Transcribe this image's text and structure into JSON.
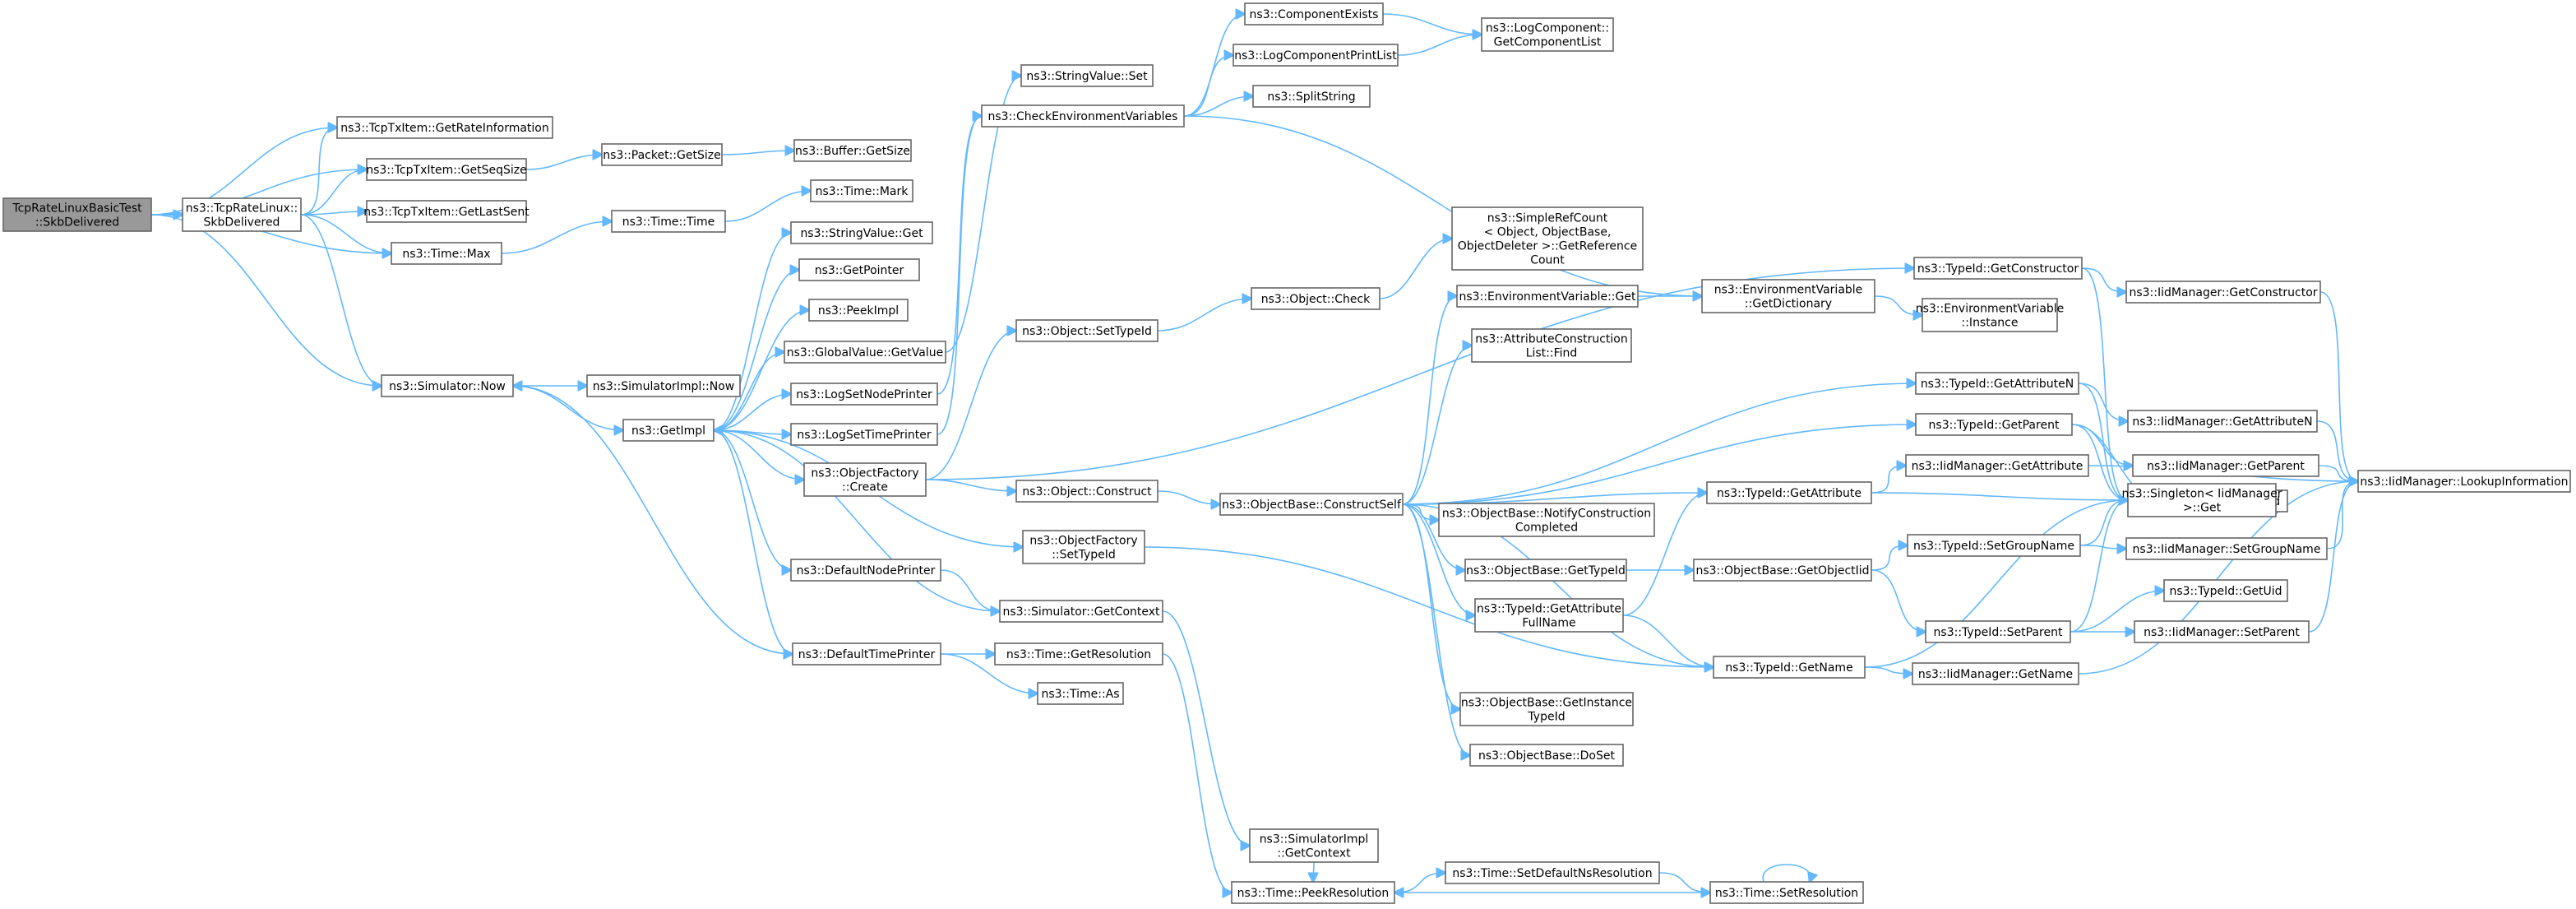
{
  "diagram": {
    "type": "call-graph",
    "colors": {
      "edge": "#63b8ff",
      "node_border": "#666666",
      "root_fill": "#999999",
      "node_fill": "#ffffff",
      "text": "#000000"
    },
    "nodes": [
      {
        "id": "root",
        "lines": [
          "TcpRateLinuxBasicTest",
          "::SkbDelivered"
        ],
        "root": true
      },
      {
        "id": "tcprl",
        "lines": [
          "ns3::TcpRateLinux::",
          "SkbDelivered"
        ]
      },
      {
        "id": "getrate",
        "lines": [
          "ns3::TcpTxItem::GetRateInformation"
        ]
      },
      {
        "id": "getseq",
        "lines": [
          "ns3::TcpTxItem::GetSeqSize"
        ]
      },
      {
        "id": "getlast",
        "lines": [
          "ns3::TcpTxItem::GetLastSent"
        ]
      },
      {
        "id": "max",
        "lines": [
          "ns3::Time::Max"
        ]
      },
      {
        "id": "simnow",
        "lines": [
          "ns3::Simulator::Now"
        ]
      },
      {
        "id": "pktsize",
        "lines": [
          "ns3::Packet::GetSize"
        ]
      },
      {
        "id": "bufsize",
        "lines": [
          "ns3::Buffer::GetSize"
        ]
      },
      {
        "id": "timetime",
        "lines": [
          "ns3::Time::Time"
        ]
      },
      {
        "id": "timemark",
        "lines": [
          "ns3::Time::Mark"
        ]
      },
      {
        "id": "simimplnow",
        "lines": [
          "ns3::SimulatorImpl::Now"
        ]
      },
      {
        "id": "getimpl",
        "lines": [
          "ns3::GetImpl"
        ]
      },
      {
        "id": "strget",
        "lines": [
          "ns3::StringValue::Get"
        ]
      },
      {
        "id": "getptr",
        "lines": [
          "ns3::GetPointer"
        ]
      },
      {
        "id": "peekimpl",
        "lines": [
          "ns3::PeekImpl"
        ]
      },
      {
        "id": "gvget",
        "lines": [
          "ns3::GlobalValue::GetValue"
        ]
      },
      {
        "id": "lognode",
        "lines": [
          "ns3::LogSetNodePrinter"
        ]
      },
      {
        "id": "logtime",
        "lines": [
          "ns3::LogSetTimePrinter"
        ]
      },
      {
        "id": "ofcreate",
        "lines": [
          "ns3::ObjectFactory",
          "::Create"
        ]
      },
      {
        "id": "ofsettid",
        "lines": [
          "ns3::ObjectFactory",
          "::SetTypeId"
        ]
      },
      {
        "id": "defnode",
        "lines": [
          "ns3::DefaultNodePrinter"
        ]
      },
      {
        "id": "simctx",
        "lines": [
          "ns3::Simulator::GetContext"
        ]
      },
      {
        "id": "deftime",
        "lines": [
          "ns3::DefaultTimePrinter"
        ]
      },
      {
        "id": "getres",
        "lines": [
          "ns3::Time::GetResolution"
        ]
      },
      {
        "id": "timeas",
        "lines": [
          "ns3::Time::As"
        ]
      },
      {
        "id": "strset",
        "lines": [
          "ns3::StringValue::Set"
        ]
      },
      {
        "id": "checkenv",
        "lines": [
          "ns3::CheckEnvironmentVariables"
        ]
      },
      {
        "id": "compexists",
        "lines": [
          "ns3::ComponentExists"
        ]
      },
      {
        "id": "logcomplist",
        "lines": [
          "ns3::LogComponentPrintList"
        ]
      },
      {
        "id": "logcompget",
        "lines": [
          "ns3::LogComponent::",
          "GetComponentList"
        ]
      },
      {
        "id": "split",
        "lines": [
          "ns3::SplitString"
        ]
      },
      {
        "id": "objsettid",
        "lines": [
          "ns3::Object::SetTypeId"
        ]
      },
      {
        "id": "objcheck",
        "lines": [
          "ns3::Object::Check"
        ]
      },
      {
        "id": "simplerc",
        "lines": [
          "ns3::SimpleRefCount",
          "< Object, ObjectBase,",
          "ObjectDeleter >::GetReference",
          "Count"
        ]
      },
      {
        "id": "objconstruct",
        "lines": [
          "ns3::Object::Construct"
        ]
      },
      {
        "id": "constructself",
        "lines": [
          "ns3::ObjectBase::ConstructSelf"
        ]
      },
      {
        "id": "envget",
        "lines": [
          "ns3::EnvironmentVariable::Get"
        ]
      },
      {
        "id": "envdict",
        "lines": [
          "ns3::EnvironmentVariable",
          "::GetDictionary"
        ]
      },
      {
        "id": "envinst",
        "lines": [
          "ns3::EnvironmentVariable",
          "::Instance"
        ]
      },
      {
        "id": "attrfind",
        "lines": [
          "ns3::AttributeConstruction",
          "List::Find"
        ]
      },
      {
        "id": "notify",
        "lines": [
          "ns3::ObjectBase::NotifyConstruction",
          "Completed"
        ]
      },
      {
        "id": "obgettid",
        "lines": [
          "ns3::ObjectBase::GetTypeId"
        ]
      },
      {
        "id": "obgetoid",
        "lines": [
          "ns3::ObjectBase::GetObjectIid"
        ]
      },
      {
        "id": "getattrfull",
        "lines": [
          "ns3::TypeId::GetAttribute",
          "FullName"
        ]
      },
      {
        "id": "obgetinst",
        "lines": [
          "ns3::ObjectBase::GetInstance",
          "TypeId"
        ]
      },
      {
        "id": "doset",
        "lines": [
          "ns3::ObjectBase::DoSet"
        ]
      },
      {
        "id": "tidgetattr",
        "lines": [
          "ns3::TypeId::GetAttribute"
        ]
      },
      {
        "id": "tidgetname",
        "lines": [
          "ns3::TypeId::GetName"
        ]
      },
      {
        "id": "tidgetctor",
        "lines": [
          "ns3::TypeId::GetConstructor"
        ]
      },
      {
        "id": "tidgetattrn",
        "lines": [
          "ns3::TypeId::GetAttributeN"
        ]
      },
      {
        "id": "tidgetparent",
        "lines": [
          "ns3::TypeId::GetParent"
        ]
      },
      {
        "id": "tidsetgroup",
        "lines": [
          "ns3::TypeId::SetGroupName"
        ]
      },
      {
        "id": "tidsetparent",
        "lines": [
          "ns3::TypeId::SetParent"
        ]
      },
      {
        "id": "iidgetattr",
        "lines": [
          "ns3::IidManager::GetAttribute"
        ]
      },
      {
        "id": "iidgetname",
        "lines": [
          "ns3::IidManager::GetName"
        ]
      },
      {
        "id": "iidgetctor",
        "lines": [
          "ns3::IidManager::GetConstructor"
        ]
      },
      {
        "id": "iidgetattrn",
        "lines": [
          "ns3::IidManager::GetAttributeN"
        ]
      },
      {
        "id": "iidgetparent",
        "lines": [
          "ns3::IidManager::GetParent"
        ]
      },
      {
        "id": "tidtypeid",
        "lines": [
          "ns3::TypeId::TypeId"
        ]
      },
      {
        "id": "singleton",
        "lines": [
          "ns3::Singleton< IidManager",
          ">::Get"
        ]
      },
      {
        "id": "iidsetgroup",
        "lines": [
          "ns3::IidManager::SetGroupName"
        ]
      },
      {
        "id": "tidgetuid",
        "lines": [
          "ns3::TypeId::GetUid"
        ]
      },
      {
        "id": "iidsetparent",
        "lines": [
          "ns3::IidManager::SetParent"
        ]
      },
      {
        "id": "lookup",
        "lines": [
          "ns3::IidManager::LookupInformation"
        ]
      },
      {
        "id": "simimplctx",
        "lines": [
          "ns3::SimulatorImpl",
          "::GetContext"
        ]
      },
      {
        "id": "peekres",
        "lines": [
          "ns3::Time::PeekResolution"
        ]
      },
      {
        "id": "setdefns",
        "lines": [
          "ns3::Time::SetDefaultNsResolution"
        ]
      },
      {
        "id": "setres",
        "lines": [
          "ns3::Time::SetResolution"
        ]
      }
    ],
    "edges": [
      [
        "root",
        "getrate"
      ],
      [
        "root",
        "getseq"
      ],
      [
        "root",
        "tcprl"
      ],
      [
        "root",
        "max"
      ],
      [
        "root",
        "simnow"
      ],
      [
        "tcprl",
        "getrate"
      ],
      [
        "tcprl",
        "getseq"
      ],
      [
        "tcprl",
        "getlast"
      ],
      [
        "tcprl",
        "max"
      ],
      [
        "tcprl",
        "simnow"
      ],
      [
        "getseq",
        "pktsize"
      ],
      [
        "pktsize",
        "bufsize"
      ],
      [
        "max",
        "timetime"
      ],
      [
        "timetime",
        "timemark"
      ],
      [
        "simnow",
        "simimplnow"
      ],
      [
        "simnow",
        "getimpl"
      ],
      [
        "getimpl",
        "strget"
      ],
      [
        "getimpl",
        "getptr"
      ],
      [
        "getimpl",
        "peekimpl"
      ],
      [
        "getimpl",
        "gvget"
      ],
      [
        "getimpl",
        "lognode"
      ],
      [
        "getimpl",
        "logtime"
      ],
      [
        "getimpl",
        "ofcreate"
      ],
      [
        "getimpl",
        "ofsettid"
      ],
      [
        "getimpl",
        "defnode"
      ],
      [
        "getimpl",
        "deftime"
      ],
      [
        "gvget",
        "strset"
      ],
      [
        "lognode",
        "checkenv"
      ],
      [
        "logtime",
        "checkenv"
      ],
      [
        "ofcreate",
        "objsettid"
      ],
      [
        "ofcreate",
        "objconstruct"
      ],
      [
        "ofcreate",
        "tidgetctor"
      ],
      [
        "ofsettid",
        "tidgetname"
      ],
      [
        "defnode",
        "simctx"
      ],
      [
        "simctx",
        "getimpl"
      ],
      [
        "simctx",
        "simimplctx"
      ],
      [
        "deftime",
        "simnow"
      ],
      [
        "deftime",
        "getres"
      ],
      [
        "deftime",
        "timeas"
      ],
      [
        "getres",
        "peekres"
      ],
      [
        "checkenv",
        "compexists"
      ],
      [
        "checkenv",
        "logcomplist"
      ],
      [
        "checkenv",
        "split"
      ],
      [
        "checkenv",
        "envdict"
      ],
      [
        "compexists",
        "logcompget"
      ],
      [
        "logcomplist",
        "logcompget"
      ],
      [
        "objsettid",
        "objcheck"
      ],
      [
        "objcheck",
        "simplerc"
      ],
      [
        "objconstruct",
        "constructself"
      ],
      [
        "constructself",
        "envget"
      ],
      [
        "constructself",
        "attrfind"
      ],
      [
        "constructself",
        "notify"
      ],
      [
        "constructself",
        "obgettid"
      ],
      [
        "constructself",
        "getattrfull"
      ],
      [
        "constructself",
        "obgetinst"
      ],
      [
        "constructself",
        "doset"
      ],
      [
        "constructself",
        "tidgetattr"
      ],
      [
        "constructself",
        "tidgetname"
      ],
      [
        "constructself",
        "tidgetattrn"
      ],
      [
        "constructself",
        "tidgetparent"
      ],
      [
        "envget",
        "envdict"
      ],
      [
        "envdict",
        "envinst"
      ],
      [
        "obgettid",
        "obgetoid"
      ],
      [
        "obgetoid",
        "tidsetgroup"
      ],
      [
        "obgetoid",
        "tidsetparent"
      ],
      [
        "getattrfull",
        "tidgetattr"
      ],
      [
        "getattrfull",
        "tidgetname"
      ],
      [
        "tidgetattr",
        "iidgetattr"
      ],
      [
        "tidgetattr",
        "singleton"
      ],
      [
        "tidgetname",
        "iidgetname"
      ],
      [
        "tidgetname",
        "singleton"
      ],
      [
        "tidgetctor",
        "iidgetctor"
      ],
      [
        "tidgetctor",
        "singleton"
      ],
      [
        "tidgetattrn",
        "iidgetattrn"
      ],
      [
        "tidgetattrn",
        "singleton"
      ],
      [
        "tidgetparent",
        "iidgetparent"
      ],
      [
        "tidgetparent",
        "tidtypeid"
      ],
      [
        "tidgetparent",
        "singleton"
      ],
      [
        "tidsetgroup",
        "iidsetgroup"
      ],
      [
        "tidsetgroup",
        "singleton"
      ],
      [
        "tidsetparent",
        "tidgetuid"
      ],
      [
        "tidsetparent",
        "iidsetparent"
      ],
      [
        "tidsetparent",
        "singleton"
      ],
      [
        "iidgetattr",
        "lookup"
      ],
      [
        "iidgetname",
        "lookup"
      ],
      [
        "iidgetctor",
        "lookup"
      ],
      [
        "iidgetattrn",
        "lookup"
      ],
      [
        "iidgetparent",
        "lookup"
      ],
      [
        "iidsetgroup",
        "lookup"
      ],
      [
        "iidsetparent",
        "lookup"
      ],
      [
        "simimplctx",
        "peekres"
      ],
      [
        "peekres",
        "setdefns"
      ],
      [
        "setdefns",
        "setres"
      ],
      [
        "setres",
        "setres"
      ],
      [
        "setres",
        "peekres"
      ]
    ]
  }
}
